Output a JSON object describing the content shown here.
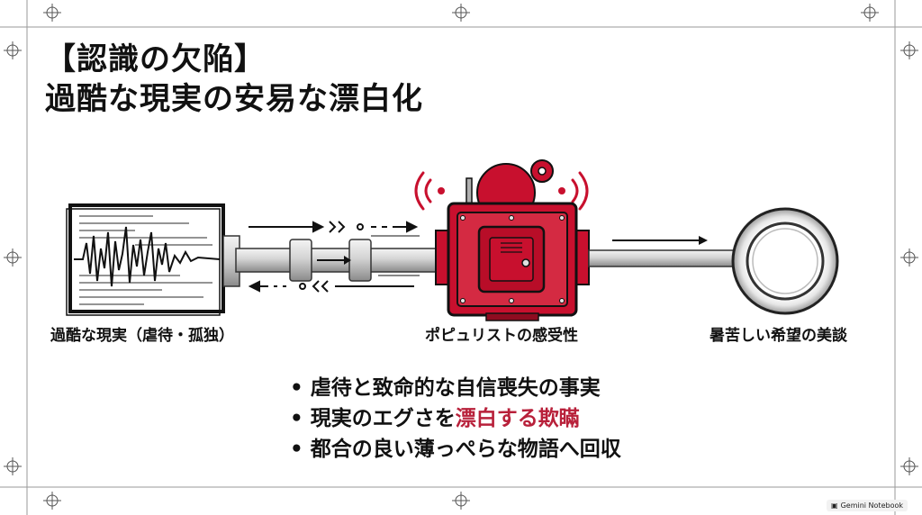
{
  "title": {
    "line1": "【認識の欠陥】",
    "line2": "過酷な現実の安易な漂白化"
  },
  "captions": {
    "left": "過酷な現実（虐待・孤独）",
    "center": "ポピュリストの感受性",
    "right": "暑苦しい希望の美談"
  },
  "bullets": [
    {
      "prefix": "•",
      "text": "虐待と致命的な自信喪失の事実",
      "highlight": ""
    },
    {
      "prefix": "•",
      "text": "現実のエグさを",
      "highlight": "漂白する欺瞞"
    },
    {
      "prefix": "•",
      "text": "都合の良い薄っぺらな物語へ回収",
      "highlight": ""
    }
  ],
  "footer": {
    "label": "Gemini Notebook"
  },
  "colors": {
    "accent": "#b8203a",
    "machine": "#c8102e",
    "ink": "#111111"
  }
}
